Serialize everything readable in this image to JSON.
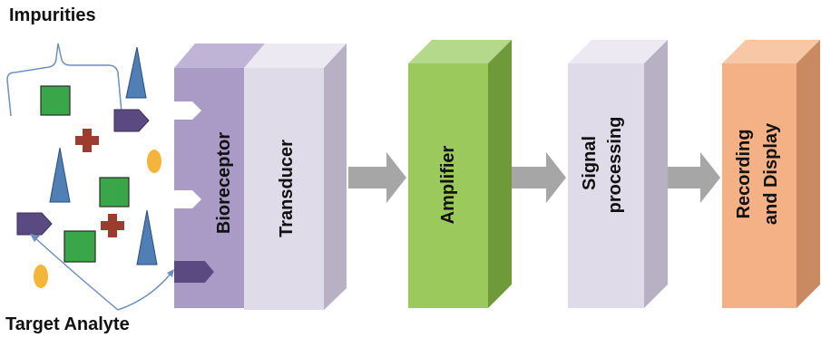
{
  "labels": {
    "impurities": "Impurities",
    "target_analyte": "Target Analyte"
  },
  "stages": {
    "bioreceptor": "Bioreceptor",
    "transducer": "Transducer",
    "amplifier": "Amplifier",
    "signal_processing": [
      "Signal",
      "processing"
    ],
    "recording_display": [
      "Recording",
      "and Display"
    ]
  },
  "colors": {
    "bioreceptor": "#a99bc6",
    "transducer": "#dfdbe9",
    "amplifier": "#9bc95c",
    "signal_processing": "#dfdbe9",
    "recording_display": "#f5b186",
    "arrow": "#a6a6a6",
    "impurity_square": "#3aa64a",
    "impurity_cross": "#9c3b2e",
    "impurity_triangle": "#4f7fb5",
    "impurity_oval": "#f5b53a",
    "analyte": "#5b4a82"
  }
}
